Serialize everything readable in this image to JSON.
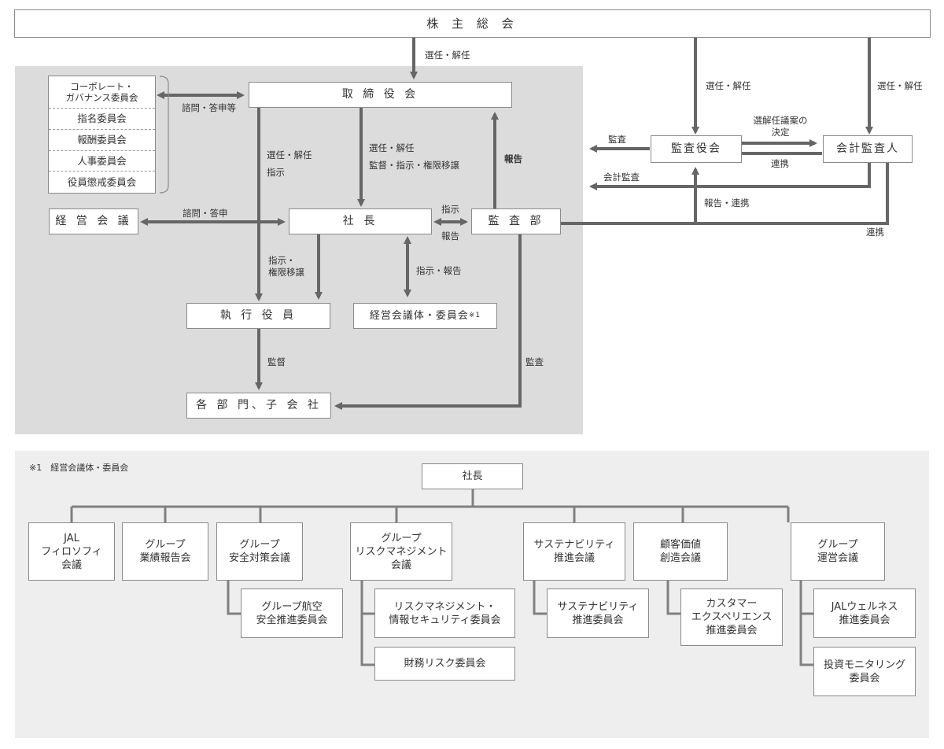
{
  "top": {
    "shareholders": "株 主 総 会"
  },
  "governance": {
    "board": "取 締 役 会",
    "president": "社 長",
    "management_meeting": "経 営 会 議",
    "audit_dept": "監 査 部",
    "executive_officers": "執 行 役 員",
    "mgmt_bodies": "経営会議体・委員会",
    "mgmt_bodies_note": "※1",
    "divisions": "各 部 門、子 会 社",
    "audit_board": "監査役会",
    "accounting_auditor": "会計監査人",
    "committees": [
      "コーポレート・\nガバナンス委員会",
      "指名委員会",
      "報酬委員会",
      "人事委員会",
      "役員懲戒委員会"
    ]
  },
  "labels": {
    "sh_to_board": "選任・解任",
    "sh_to_auditboard": "選任・解任",
    "sh_to_accauditor": "選任・解任",
    "committees_board": "諮問・答申等",
    "board_to_exec": "選任・解任\n指示",
    "board_to_pres": "選任・解任\n監督・指示・権限移譲",
    "auditdept_to_board": "報告",
    "mgmt_meeting_pres": "諮問・答申",
    "pres_auditdept_top": "指示",
    "pres_auditdept_bottom": "報告",
    "pres_to_exec": "指示・\n権限移譲",
    "pres_bodies": "指示・報告",
    "exec_to_div": "監督",
    "auditdept_to_div": "監査",
    "auditboard_audit": "監査",
    "auditboard_to_acc": "選解任議案の\n決定",
    "acc_to_auditboard": "連携",
    "acc_audit": "会計監査",
    "auditdept_to_auditboard": "報告・連携",
    "auditdept_acc": "連携"
  },
  "committees_section": {
    "title": "※1　経営会議体・委員会",
    "root": "社長",
    "groups": [
      {
        "name": "JAL\nフィロソフィ\n会議",
        "children": []
      },
      {
        "name": "グループ\n業績報告会",
        "children": []
      },
      {
        "name": "グループ\n安全対策会議",
        "children": [
          "グループ航空\n安全推進委員会"
        ]
      },
      {
        "name": "グループ\nリスクマネジメント\n会議",
        "children": [
          "リスクマネジメント・\n情報セキュリティ委員会",
          "財務リスク委員会"
        ]
      },
      {
        "name": "サステナビリティ\n推進会議",
        "children": [
          "サステナビリティ\n推進委員会"
        ]
      },
      {
        "name": "顧客価値\n創造会議",
        "children": [
          "カスタマー\nエクスペリエンス\n推進委員会"
        ]
      },
      {
        "name": "グループ\n運営会議",
        "children": [
          "JALウェルネス\n推進委員会",
          "投資モニタリング\n委員会"
        ]
      }
    ]
  },
  "colors": {
    "line": "#666666",
    "bracket": "#8a8a8a",
    "panel_governance": "#dcdcdc",
    "panel_committees": "#eeeeee"
  }
}
